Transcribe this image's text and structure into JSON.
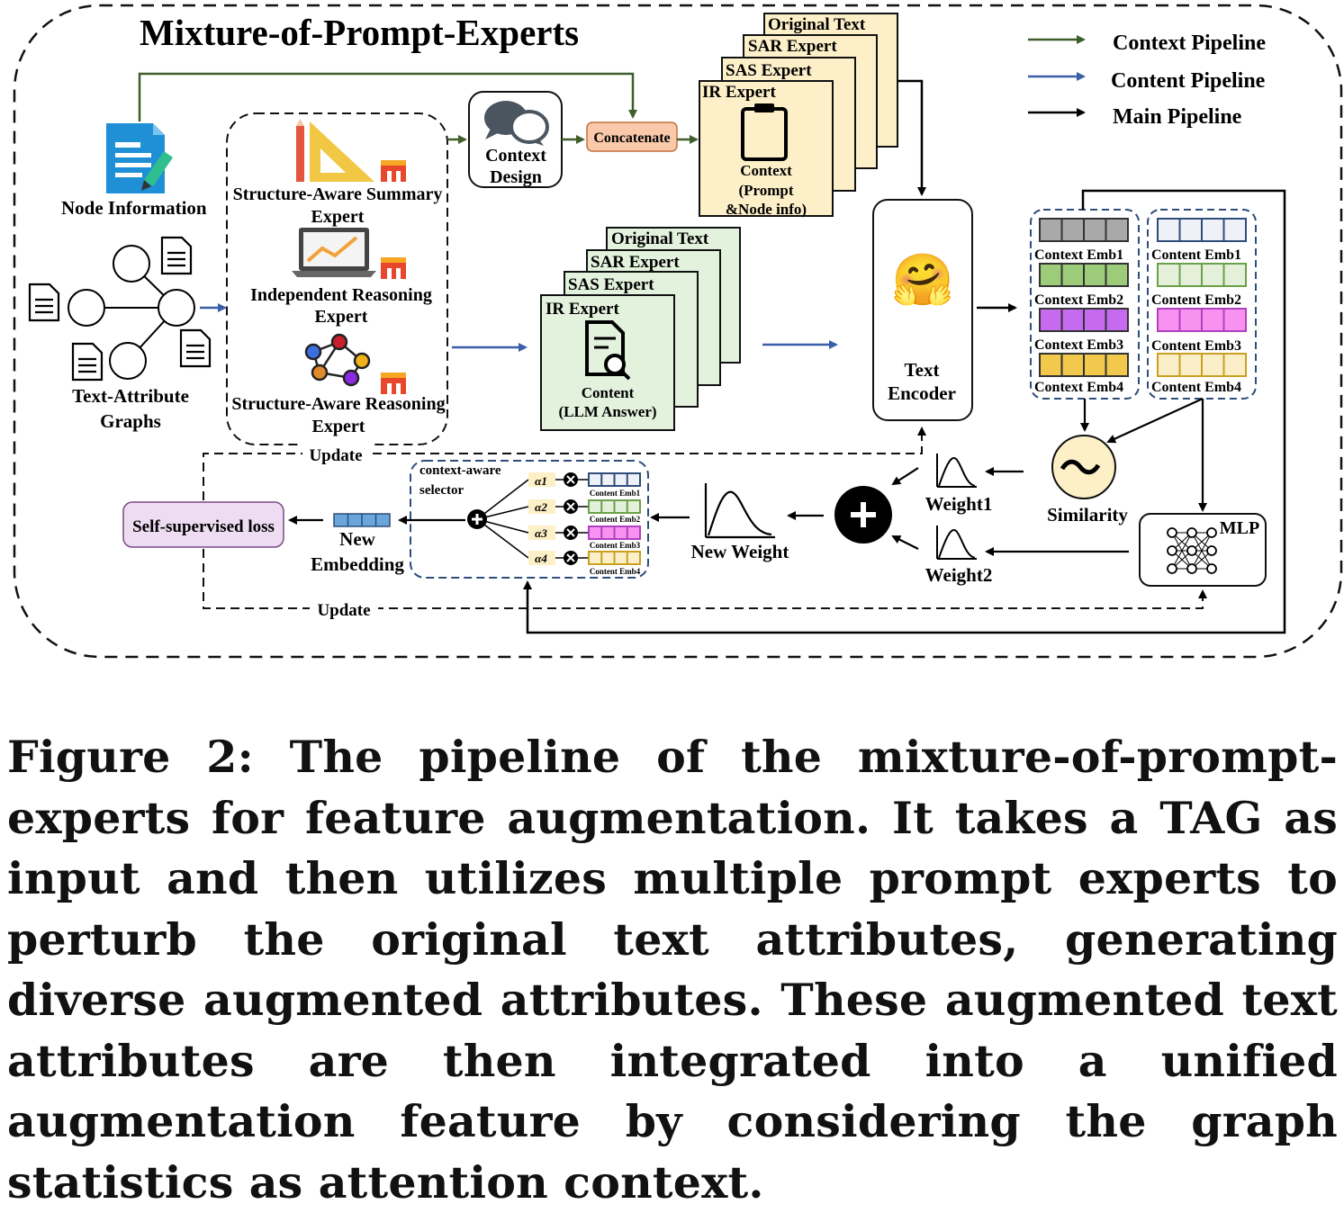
{
  "title": "Mixture-of-Prompt-Experts",
  "legend": {
    "context": "Context Pipeline",
    "content": "Content Pipeline",
    "main": "Main Pipeline",
    "context_color": "#3e5f29",
    "content_color": "#3a5ea8",
    "main_color": "#000000"
  },
  "inputs": {
    "node_information": "Node Information",
    "tag_line1": "Text-Attribute",
    "tag_line2": "Graphs"
  },
  "experts": {
    "sas_summary_line1": "Structure-Aware Summary",
    "sas_summary_line2": "Expert",
    "ir_line1": "Independent Reasoning",
    "ir_line2": "Expert",
    "sar_line1": "Structure-Aware Reasoning",
    "sar_line2": "Expert"
  },
  "context_branch": {
    "design_line1": "Context",
    "design_line2": "Design",
    "concatenate": "Concatenate",
    "stack": [
      "Original Text",
      "SAR Expert",
      "SAS Expert",
      "IR Expert"
    ],
    "doc_line1": "Context",
    "doc_line2": "(Prompt",
    "doc_line3": "&Node info)"
  },
  "content_branch": {
    "stack": [
      "Original Text",
      "SAR Expert",
      "SAS Expert",
      "IR Expert"
    ],
    "doc_line1": "Content",
    "doc_line2": "(LLM Answer)"
  },
  "encoder": {
    "emoji": "🤗",
    "line1": "Text",
    "line2": "Encoder"
  },
  "embeddings": {
    "context": [
      "Context Emb1",
      "Context Emb2",
      "Context Emb3",
      "Context Emb4"
    ],
    "content": [
      "Content Emb1",
      "Content Emb2",
      "Content Emb3",
      "Content Emb4"
    ],
    "colors": [
      "#a9a9a9",
      "#9ccc7a",
      "#c66af0",
      "#f2c94c"
    ],
    "content_colors": [
      "#eef1f8",
      "#e4f0da",
      "#f792f0",
      "#fbefc9"
    ]
  },
  "fusion": {
    "similarity": "Similarity",
    "mlp": "MLP",
    "weight1": "Weight1",
    "weight2": "Weight2",
    "new_weight": "New Weight",
    "selector_line1": "context-aware",
    "selector_line2": "selector",
    "alphas": [
      "α1",
      "α2",
      "α3",
      "α4"
    ],
    "selector_embs": [
      "Content Emb1",
      "Content Emb2",
      "Content Emb3",
      "Content Emb4"
    ],
    "new_emb_line1": "New",
    "new_emb_line2": "Embedding",
    "loss": "Self-supervised loss",
    "update_top": "Update",
    "update_bottom": "Update"
  },
  "caption": "Figure 2: The pipeline of the mixture-of-prompt-experts for feature augmentation. It takes a TAG as input and then utilizes multiple prompt experts to perturb the original text attributes, generating diverse augmented attributes. These augmented text attributes are then integrated into a unified augmentation feature by considering the graph statistics as attention context."
}
